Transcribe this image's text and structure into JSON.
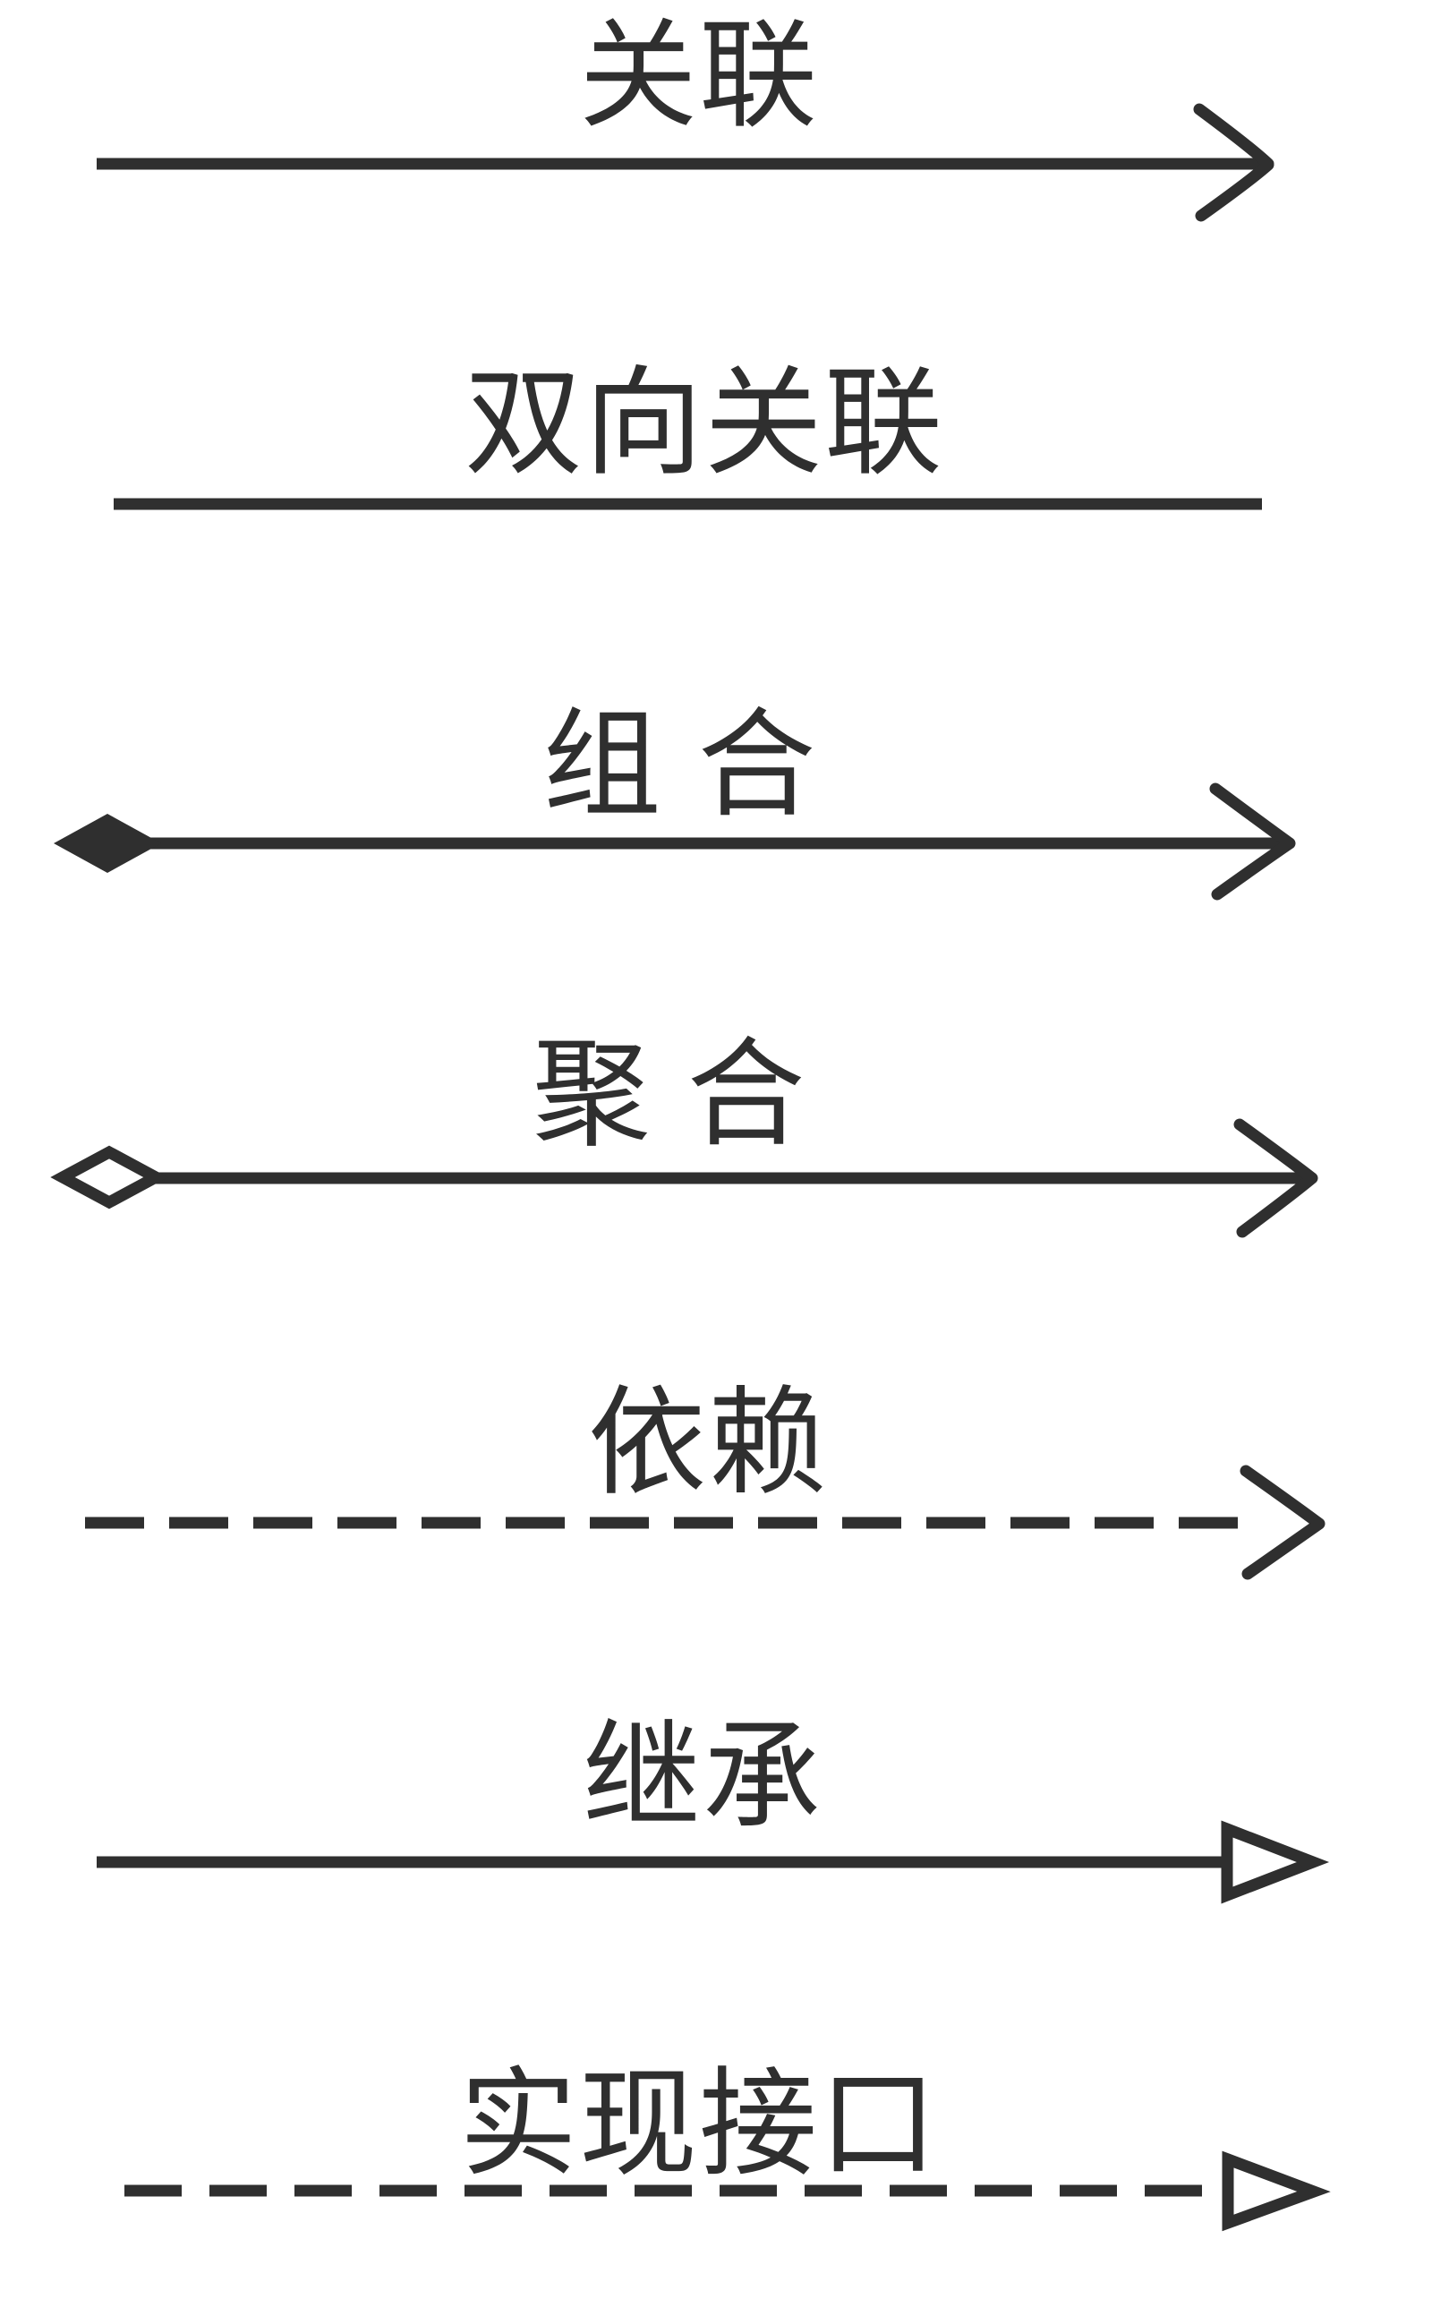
{
  "colors": {
    "background": "#ffffff",
    "ink": "#2f2f2f"
  },
  "legend": {
    "rows": [
      {
        "label": "关联",
        "line_style": "solid",
        "start_marker": "none",
        "end_marker": "open-arrowhead"
      },
      {
        "label": "双向关联",
        "line_style": "solid",
        "start_marker": "none",
        "end_marker": "none"
      },
      {
        "label": "组 合",
        "line_style": "solid",
        "start_marker": "filled-diamond",
        "end_marker": "open-arrowhead"
      },
      {
        "label": "聚 合",
        "line_style": "solid",
        "start_marker": "hollow-diamond",
        "end_marker": "open-arrowhead"
      },
      {
        "label": "依赖",
        "line_style": "dashed",
        "start_marker": "none",
        "end_marker": "open-arrowhead"
      },
      {
        "label": "继承",
        "line_style": "solid",
        "start_marker": "none",
        "end_marker": "hollow-triangle"
      },
      {
        "label": "实现接口",
        "line_style": "dashed",
        "start_marker": "none",
        "end_marker": "hollow-triangle"
      }
    ]
  }
}
